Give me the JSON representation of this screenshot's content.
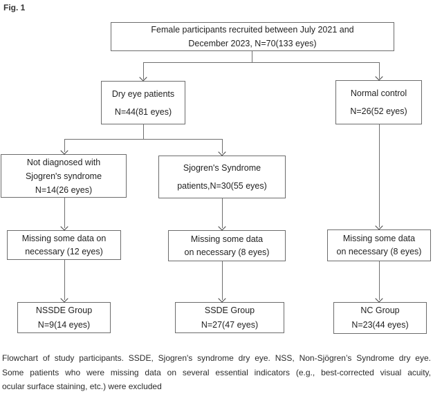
{
  "figure_label": "Fig. 1",
  "flowchart": {
    "nodes": {
      "recruited": {
        "lines": [
          "Female participants recruited between July 2021 and",
          "December 2023, N=70(133 eyes)"
        ]
      },
      "dry_eye": {
        "lines": [
          "Dry eye patients",
          "N=44(81 eyes)"
        ]
      },
      "normal_control": {
        "lines": [
          "Normal control",
          "N=26(52 eyes)"
        ]
      },
      "not_diagnosed": {
        "lines": [
          "Not diagnosed with",
          "Sjogren's syndrome",
          "N=14(26 eyes)"
        ]
      },
      "sjogren": {
        "lines": [
          "Sjogren's Syndrome",
          "patients,N=30(55 eyes)"
        ]
      },
      "missing_nssde": {
        "lines": [
          "Missing some data on",
          "necessary (12 eyes)"
        ]
      },
      "missing_ssde": {
        "lines": [
          "Missing some data",
          "on necessary (8 eyes)"
        ]
      },
      "missing_nc": {
        "lines": [
          "Missing some data",
          "on necessary (8 eyes)"
        ]
      },
      "nssde_group": {
        "lines": [
          "NSSDE Group",
          "N=9(14 eyes)"
        ]
      },
      "ssde_group": {
        "lines": [
          "SSDE Group",
          "N=27(47 eyes)"
        ]
      },
      "nc_group": {
        "lines": [
          "NC Group",
          "N=23(44 eyes)"
        ]
      }
    }
  },
  "caption": {
    "lines": [
      "Flowchart of study participants. SSDE, Sjogren's syndrome dry eye. NSS, Non-Sjögren’s Syndrome dry eye.",
      "Some patients who were missing data on several essential indicators (e.g., best-corrected visual acuity,",
      "ocular surface staining, etc.) were excluded"
    ]
  },
  "colors": {
    "line": "#6e6e6e",
    "box_border": "#6b6b6b",
    "text": "#1f1f1f"
  }
}
